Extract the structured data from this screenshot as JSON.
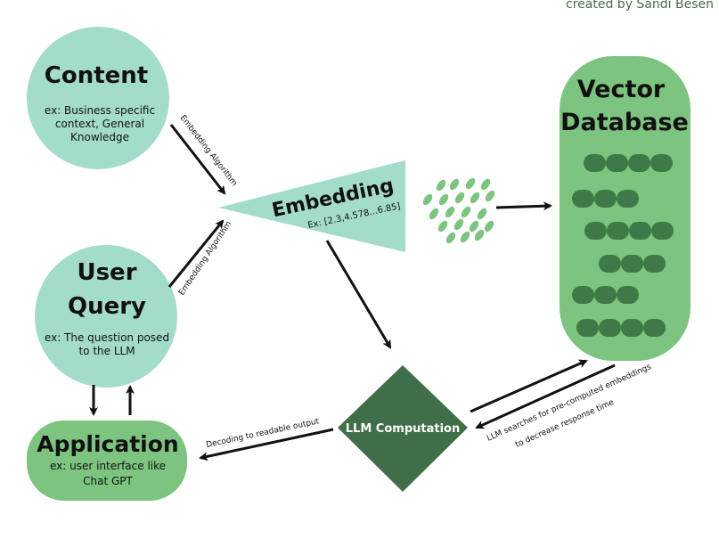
{
  "credit": "created by Sandi Besen",
  "colors": {
    "light_teal": "#a3dccb",
    "medium_green": "#7cc47f",
    "dark_green": "#3f6e48",
    "dot_green": "#3d7a47"
  },
  "nodes": {
    "content": {
      "title": "Content",
      "desc_line1": "ex: Business specific",
      "desc_line2": "context, General",
      "desc_line3": "Knowledge"
    },
    "user_query": {
      "title_line1": "User",
      "title_line2": "Query",
      "desc_line1": "ex: The question posed",
      "desc_line2": "to the LLM"
    },
    "embedding": {
      "title": "Embedding",
      "example": "Ex: [2.3,4.578...6.85]"
    },
    "vector_db": {
      "title_line1": "Vector",
      "title_line2": "Database"
    },
    "llm": {
      "title": "LLM Computation"
    },
    "application": {
      "title": "Application",
      "desc_line1": "ex: user interface like",
      "desc_line2": "Chat GPT"
    }
  },
  "edges": {
    "content_to_embedding": "Embedding Algorithm",
    "query_to_embedding": "Embedding Algorithm",
    "llm_to_application": "Decoding to readable output",
    "db_llm_line1": "LLM searches for pre-computed embeddings",
    "db_llm_line2": "to decrease response time"
  }
}
